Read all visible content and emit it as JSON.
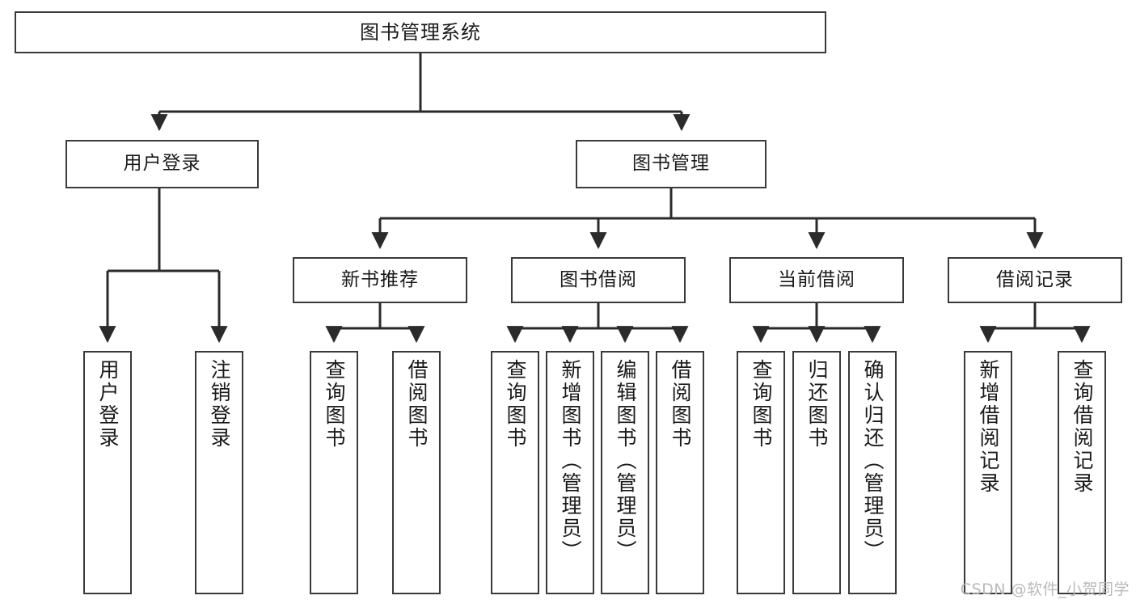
{
  "diagram": {
    "title": "图书管理系统",
    "type": "tree-hierarchy-diagram",
    "root": {
      "label": "图书管理系统"
    },
    "level2": [
      {
        "label": "用户登录"
      },
      {
        "label": "图书管理"
      }
    ],
    "level3": [
      {
        "label": "新书推荐"
      },
      {
        "label": "图书借阅"
      },
      {
        "label": "当前借阅"
      },
      {
        "label": "借阅记录"
      }
    ],
    "leaves": {
      "user_login": [
        {
          "label": "用户登录"
        },
        {
          "label": "注销登录"
        }
      ],
      "new_book": [
        {
          "label": "查询图书"
        },
        {
          "label": "借阅图书"
        }
      ],
      "borrow_book": [
        {
          "label": "查询图书"
        },
        {
          "label": "新增图书（管理员）"
        },
        {
          "label": "编辑图书（管理员）"
        },
        {
          "label": "借阅图书"
        }
      ],
      "current_borrow": [
        {
          "label": "查询图书"
        },
        {
          "label": "归还图书"
        },
        {
          "label": "确认归还（管理员）"
        }
      ],
      "borrow_record": [
        {
          "label": "新增借阅记录"
        },
        {
          "label": "查询借阅记录"
        }
      ]
    }
  },
  "watermark": {
    "text": "CSDN @软件_小贺同学"
  },
  "colors": {
    "background": "#ffffff",
    "box_border": "#3a3a3a",
    "box_fill": "#ffffff",
    "text": "#1a1a1a",
    "connector": "#2b2b2b",
    "watermark": "#b9b9b9"
  }
}
